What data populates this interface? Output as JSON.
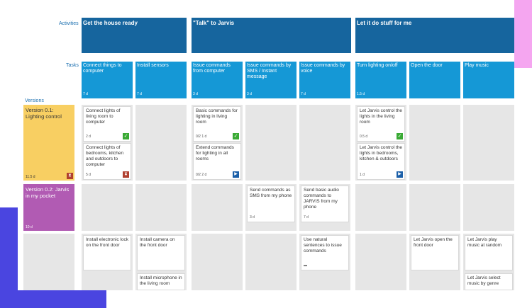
{
  "labels": {
    "activities": "Activities",
    "tasks": "Tasks",
    "versions": "Versions"
  },
  "activities": [
    "Get the house ready",
    "\"Talk\" to Jarvis",
    "Let it do stuff for me"
  ],
  "tasks": [
    {
      "label": "Connect things to computer",
      "meta": "7 d"
    },
    {
      "label": "Install sensors",
      "meta": "7 d"
    },
    {
      "label": "Issue commands from computer",
      "meta": "3 d"
    },
    {
      "label": "Issue commands by SMS / Instant message",
      "meta": "3 d"
    },
    {
      "label": "Issue commands by voice",
      "meta": "7 d"
    },
    {
      "label": "Turn lighting on/off",
      "meta": "1.5 d"
    },
    {
      "label": "Open the door",
      "meta": ""
    },
    {
      "label": "Play music",
      "meta": ""
    }
  ],
  "versions": [
    {
      "title": "Version 0.1: Lighting control",
      "meta": "11.5 d"
    },
    {
      "title": "Version 0.2: Jarvis in my pocket",
      "meta": "10 d"
    },
    {
      "title": "",
      "meta": ""
    }
  ],
  "cards": {
    "c1": {
      "text": "Connect lights of living room to computer",
      "meta": "2 d"
    },
    "c2": {
      "text": "Connect lights of bedrooms, kitchen and outdoors to computer",
      "meta": "5 d"
    },
    "c3": {
      "text": "Basic commands for lighting in living room",
      "meta": "0/2  1 d"
    },
    "c4": {
      "text": "Extend commands for lighting in all rooms",
      "meta": "0/2  2 d"
    },
    "c5": {
      "text": "Let Jarvis control the lights in the living room",
      "meta": "0.5 d"
    },
    "c6": {
      "text": "Let Jarvis control the lights in bedrooms, kitchen & outdoors",
      "meta": "1 d"
    },
    "c7": {
      "text": "Send commands as SMS from my phone",
      "meta": "3 d"
    },
    "c8": {
      "text": "Send basic audio commands to JARVIS from my phone",
      "meta": "7 d"
    },
    "c9": {
      "text": "Install electronic lock on the front door",
      "meta": ""
    },
    "c10": {
      "text": "Install camera on the front door",
      "meta": ""
    },
    "c11": {
      "text": "Install microphone in the living room",
      "meta": ""
    },
    "c12": {
      "text": "Use natural sentences to issue commands",
      "meta": ""
    },
    "c13": {
      "text": "Let Jarvis open the front door",
      "meta": ""
    },
    "c14": {
      "text": "Let Jarvis play music at random",
      "meta": ""
    },
    "c15": {
      "text": "Let Jarvis select music by genre",
      "meta": ""
    }
  },
  "colors": {
    "activity": "#16659e",
    "task": "#1598d6",
    "version1": "#f8cf62",
    "version2": "#b15bb3",
    "done": "#3aaa35"
  }
}
